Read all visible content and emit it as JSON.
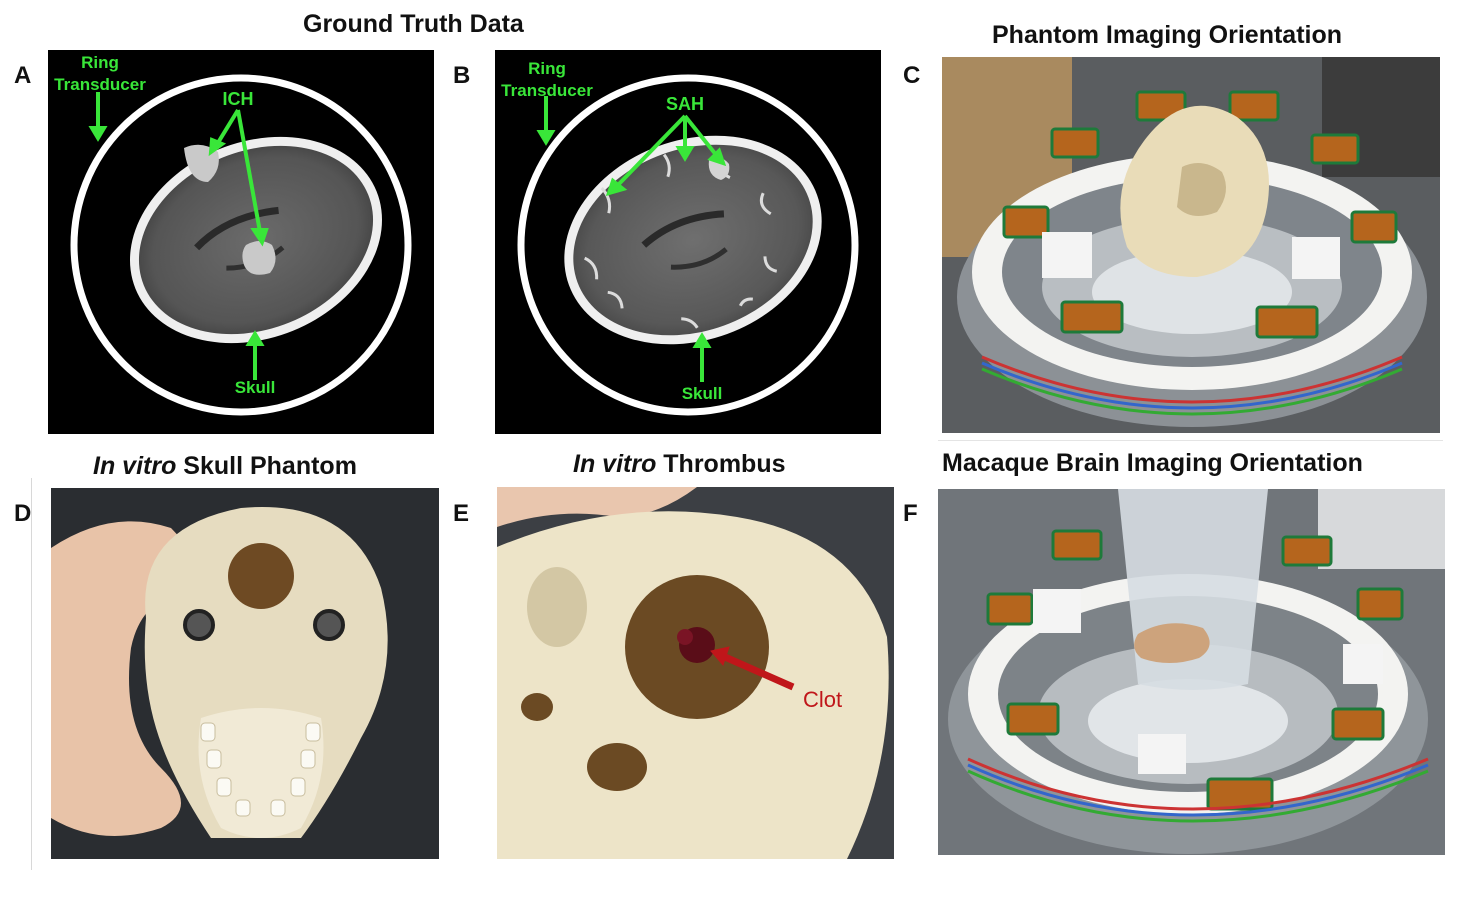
{
  "figure": {
    "titles": {
      "top_left": "Ground Truth Data",
      "top_right": "Phantom Imaging Orientation",
      "bottom_left_italic": "In vitro",
      "bottom_left_rest": " Skull Phantom",
      "bottom_mid_italic": "In vitro",
      "bottom_mid_rest": " Thrombus",
      "bottom_right": "Macaque Brain Imaging Orientation"
    },
    "panel_letters": [
      "A",
      "B",
      "C",
      "D",
      "E",
      "F"
    ],
    "panel_a": {
      "ring_label_1": "Ring",
      "ring_label_2": "Transducer",
      "lesion_label": "ICH",
      "skull_label": "Skull"
    },
    "panel_b": {
      "ring_label_1": "Ring",
      "ring_label_2": "Transducer",
      "lesion_label": "SAH",
      "skull_label": "Skull"
    },
    "panel_e": {
      "clot_label": "Clot"
    },
    "colors": {
      "annotation_green": "#39e639",
      "clot_red": "#c0161a",
      "ct_background": "#000000"
    }
  }
}
